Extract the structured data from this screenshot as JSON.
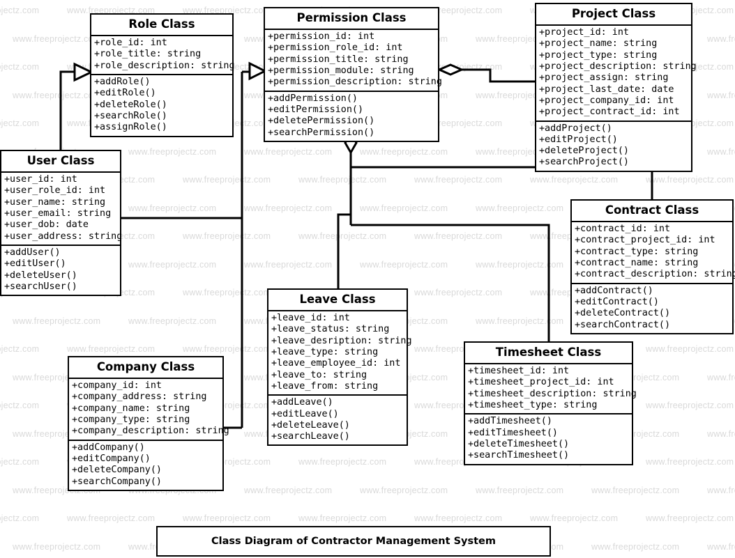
{
  "diagram": {
    "type": "uml-class-diagram",
    "caption": "Class Diagram of Contractor Management System",
    "watermark_text": "www.freeprojectz.com",
    "line_color": "#000000",
    "background": "#ffffff"
  },
  "classes": [
    {
      "id": "role",
      "title": "Role Class",
      "attributes": [
        "+role_id: int",
        "+role_title: string",
        "+role_description: string"
      ],
      "operations": [
        "+addRole()",
        "+editRole()",
        "+deleteRole()",
        "+searchRole()",
        "+assignRole()"
      ]
    },
    {
      "id": "permission",
      "title": "Permission Class",
      "attributes": [
        "+permission_id: int",
        "+permission_role_id: int",
        "+permission_title: string",
        "+permission_module: string",
        "+permission_description: string"
      ],
      "operations": [
        "+addPermission()",
        "+editPermission()",
        "+deletePermission()",
        "+searchPermission()"
      ]
    },
    {
      "id": "project",
      "title": "Project Class",
      "attributes": [
        "+project_id: int",
        "+project_name: string",
        "+project_type: string",
        "+project_description: string",
        "+project_assign: string",
        "+project_last_date: date",
        "+project_company_id: int",
        "+project_contract_id: int"
      ],
      "operations": [
        "+addProject()",
        "+editProject()",
        "+deleteProject()",
        "+searchProject()"
      ]
    },
    {
      "id": "user",
      "title": "User Class",
      "attributes": [
        "+user_id: int",
        "+user_role_id: int",
        "+user_name: string",
        "+user_email: string",
        "+user_dob: date",
        "+user_address: string"
      ],
      "operations": [
        "+addUser()",
        "+editUser()",
        "+deleteUser()",
        "+searchUser()"
      ]
    },
    {
      "id": "contract",
      "title": "Contract Class",
      "attributes": [
        "+contract_id: int",
        "+contract_project_id: int",
        "+contract_type: string",
        "+contract_name: string",
        "+contract_description: string"
      ],
      "operations": [
        "+addContract()",
        "+editContract()",
        "+deleteContract()",
        "+searchContract()"
      ]
    },
    {
      "id": "leave",
      "title": "Leave Class",
      "attributes": [
        "+leave_id: int",
        "+leave_status: string",
        "+leave_desription: string",
        "+leave_type: string",
        "+leave_employee_id: int",
        "+leave_to: string",
        "+leave_from: string"
      ],
      "operations": [
        "+addLeave()",
        "+editLeave()",
        "+deleteLeave()",
        "+searchLeave()"
      ]
    },
    {
      "id": "timesheet",
      "title": "Timesheet Class",
      "attributes": [
        "+timesheet_id: int",
        "+timesheet_project_id: int",
        "+timesheet_description: string",
        "+timesheet_type: string"
      ],
      "operations": [
        "+addTimesheet()",
        "+editTimesheet()",
        "+deleteTimesheet()",
        "+searchTimesheet()"
      ]
    },
    {
      "id": "company",
      "title": "Company Class",
      "attributes": [
        "+company_id: int",
        "+company_address: string",
        "+company_name: string",
        "+company_type: string",
        "+company_description: string"
      ],
      "operations": [
        "+addCompany()",
        "+editCompany()",
        "+deleteCompany()",
        "+searchCompany()"
      ]
    }
  ],
  "relationships": [
    {
      "from": "user",
      "to": "role",
      "marker": "hollow-triangle"
    },
    {
      "from": "user",
      "to": "permission",
      "marker": "hollow-triangle"
    },
    {
      "from": "permission",
      "to": "project",
      "marker": "hollow-diamond"
    },
    {
      "from": "permission",
      "to": "contract",
      "marker": "hollow-diamond"
    },
    {
      "from": "permission",
      "to": "leave",
      "marker": "hollow-diamond"
    },
    {
      "from": "permission",
      "to": "timesheet",
      "marker": "hollow-diamond"
    },
    {
      "from": "user",
      "to": "company",
      "marker": "plain"
    }
  ]
}
